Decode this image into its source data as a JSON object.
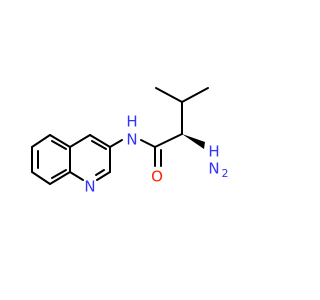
{
  "molecule": {
    "atoms": {
      "quinoline_n": "N",
      "amide_n": "N",
      "amide_h": "H",
      "carbonyl_o": "O",
      "amine_n": "N",
      "amine_h": "H",
      "amine_sub": "2"
    },
    "colors": {
      "bond": "#000000",
      "nitrogen": "#3333ff",
      "oxygen": "#ff2200"
    }
  }
}
